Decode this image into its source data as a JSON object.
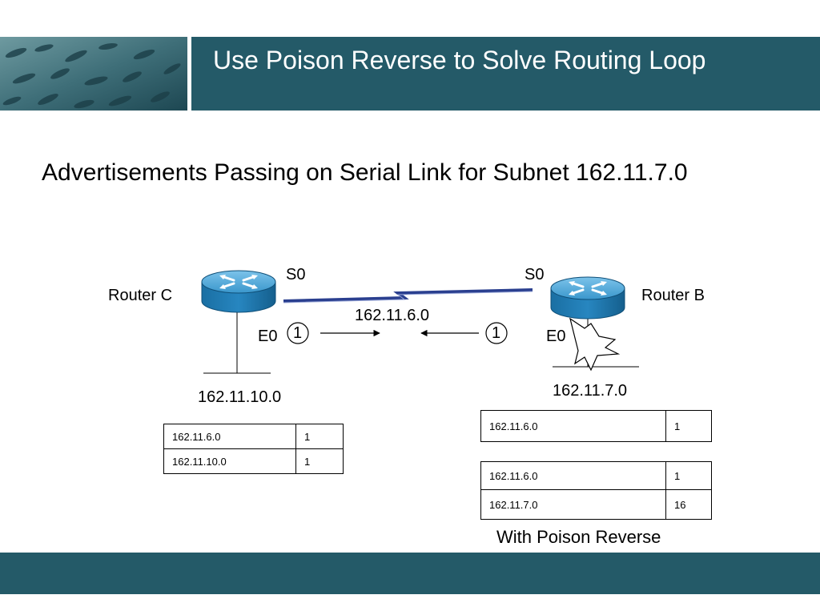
{
  "slide": {
    "title": "Use Poison Reverse to Solve Routing Loop",
    "subtitle": "Advertisements Passing on Serial Link for Subnet 162.11.7.0"
  },
  "router_c": {
    "name": "Router C",
    "serial_label": "S0",
    "ethernet_label": "E0",
    "lan_subnet": "162.11.10.0",
    "hop_badge": "1",
    "table": [
      {
        "network": "162.11.6.0",
        "metric": "1"
      },
      {
        "network": "162.11.10.0",
        "metric": "1"
      }
    ]
  },
  "router_b": {
    "name": "Router B",
    "serial_label": "S0",
    "ethernet_label": "E0",
    "lan_subnet": "162.11.7.0",
    "hop_badge": "1",
    "table_before": [
      {
        "network": "162.11.6.0",
        "metric": "1"
      }
    ],
    "table_after": [
      {
        "network": "162.11.6.0",
        "metric": "1"
      },
      {
        "network": "162.11.7.0",
        "metric": "16"
      }
    ],
    "table_after_caption": "With Poison Reverse"
  },
  "serial_link": {
    "subnet": "162.11.6.0"
  },
  "colors": {
    "header": "#245a68",
    "router_blue": "#1f7fb5",
    "serial_link": "#2a3f8f"
  },
  "icons": [
    "router-icon",
    "fish-school-image",
    "failure-burst-icon"
  ]
}
